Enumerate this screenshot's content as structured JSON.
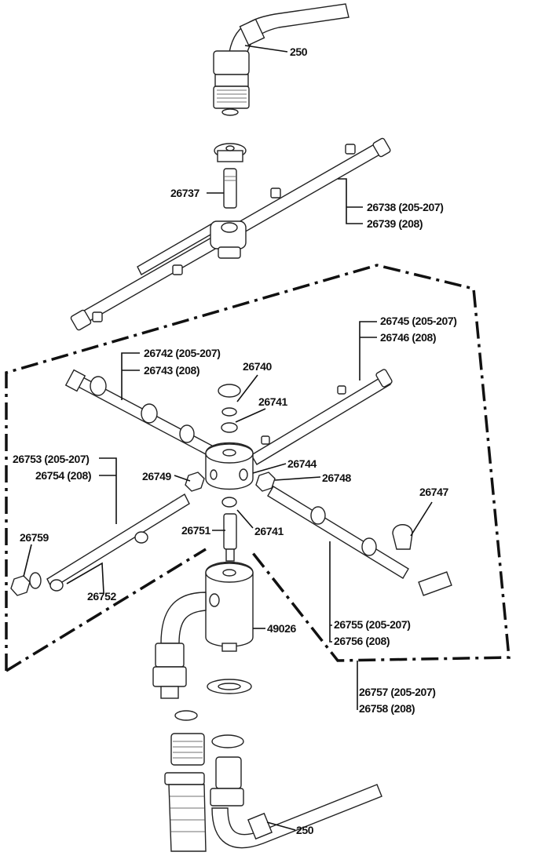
{
  "diagram": {
    "labels": {
      "hose_top": "250",
      "l26737": "26737",
      "l26738": "26738 (205-207)",
      "l26739": "26739 (208)",
      "l26742": "26742 (205-207)",
      "l26743": "26743 (208)",
      "l26740": "26740",
      "l26741a": "26741",
      "l26745": "26745 (205-207)",
      "l26746": "26746 (208)",
      "l26744": "26744",
      "l26753": "26753 (205-207)",
      "l26754": "26754 (208)",
      "l26749": "26749",
      "l26748": "26748",
      "l26747": "26747",
      "l26751": "26751",
      "l26741b": "26741",
      "l26759": "26759",
      "l26752": "26752",
      "l49026": "49026",
      "l26755": "26755 (205-207)",
      "l26756": "26756 (208)",
      "l26757": "26757 (205-207)",
      "l26758": "26758 (208)",
      "hose_bottom": "250"
    }
  }
}
